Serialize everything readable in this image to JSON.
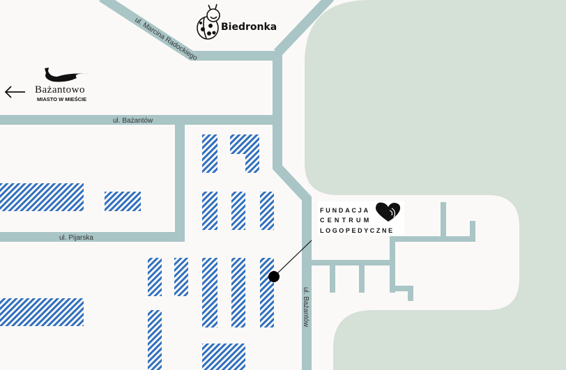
{
  "map": {
    "colors": {
      "background": "#fbf9f7",
      "road": "#a9c5c6",
      "green": "#d5e0d7",
      "buildings": "#2f6fbf",
      "marker": "#000000"
    },
    "streets": [
      {
        "id": "radockiego",
        "label": "ul. Marcina Radockiego"
      },
      {
        "id": "bazantow-horizontal",
        "label": "ul. Bażantów"
      },
      {
        "id": "pijarska",
        "label": "ul. Pijarska"
      },
      {
        "id": "bazantow-vertical",
        "label": "ul. Bażantów"
      }
    ],
    "landmarks": {
      "biedronka": {
        "name": "Biedronka",
        "icon": "ladybug-icon"
      },
      "bazantowo": {
        "name": "Bażantowo",
        "tagline": "MIASTO W MIEŚCIE",
        "direction_icon": "arrow-left-icon"
      },
      "fundacja": {
        "lines": [
          "FUNDACJA",
          "CENTRUM",
          "LOGOPEDYCZNE"
        ],
        "icon": "heart-speech-icon"
      }
    }
  }
}
